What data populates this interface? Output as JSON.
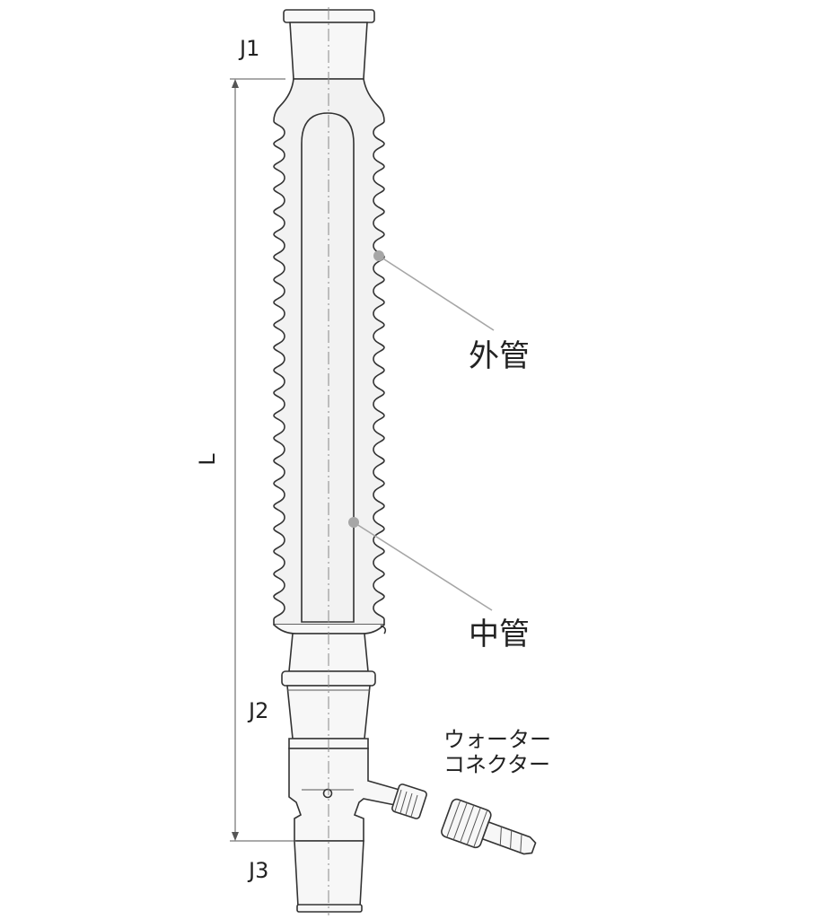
{
  "labels": {
    "j1": "J1",
    "j2": "J2",
    "j3": "J3",
    "length": "L",
    "outer_tube": "外管",
    "inner_tube": "中管",
    "water_connector_line1": "ウォーター",
    "water_connector_line2": "コネクター"
  },
  "colors": {
    "stroke": "#333333",
    "glass_fill": "#f2f2f2",
    "leader": "#a6a6a6"
  }
}
